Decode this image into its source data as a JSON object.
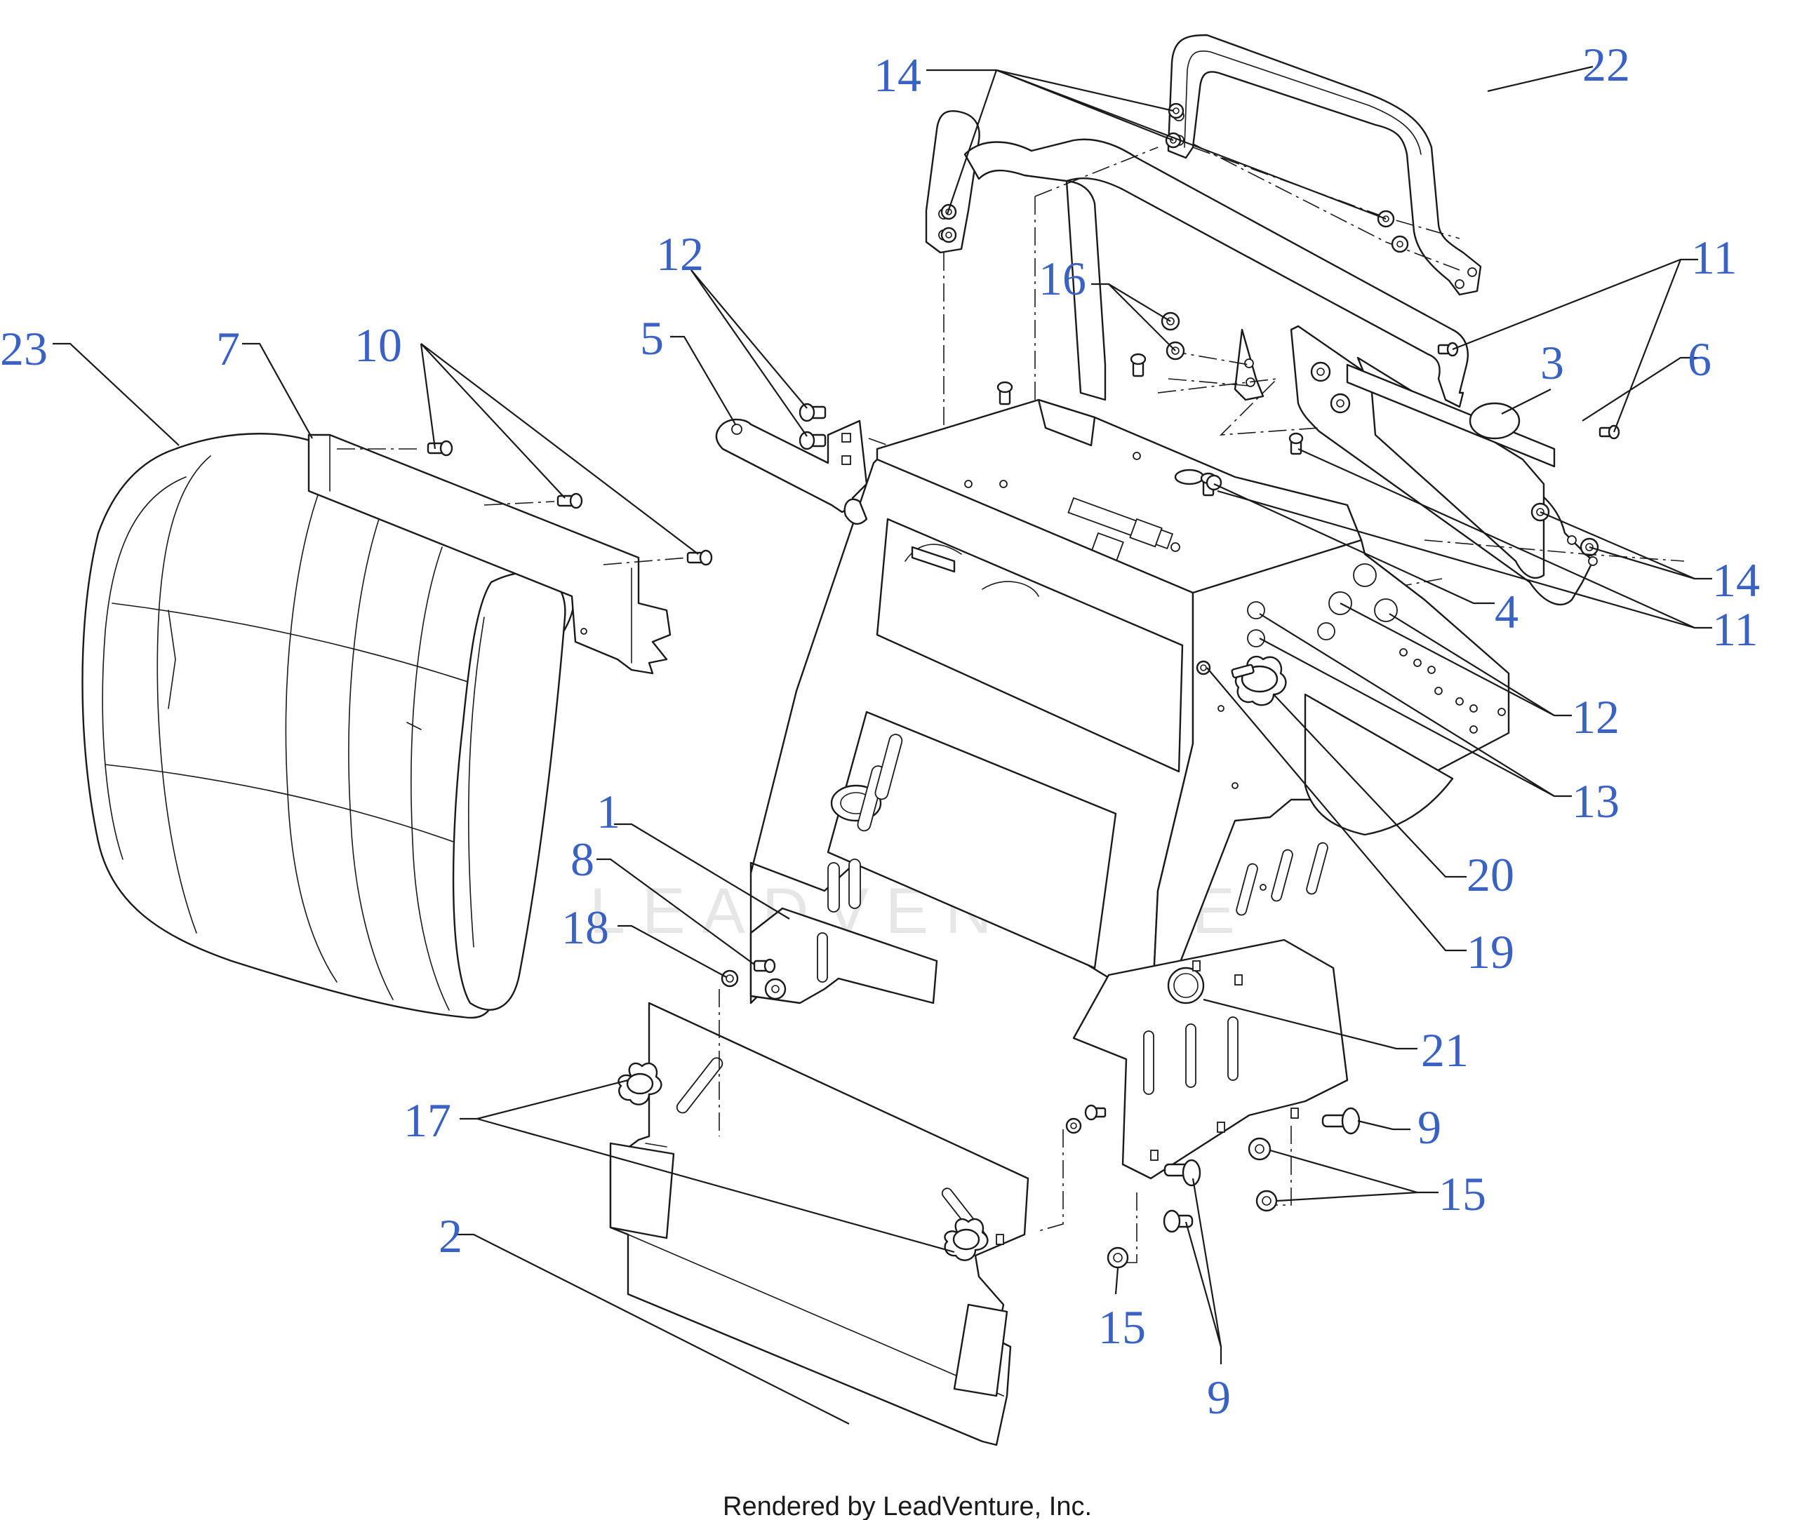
{
  "diagram": {
    "watermark": "LEADVENTURE",
    "footer": "Rendered by LeadVenture, Inc."
  },
  "callouts": [
    {
      "id": "c23a",
      "label": "23"
    },
    {
      "id": "c7",
      "label": "7"
    },
    {
      "id": "c10",
      "label": "10"
    },
    {
      "id": "c12a",
      "label": "12"
    },
    {
      "id": "c5",
      "label": "5"
    },
    {
      "id": "c14a",
      "label": "14"
    },
    {
      "id": "c22",
      "label": "22"
    },
    {
      "id": "c16",
      "label": "16"
    },
    {
      "id": "c11a",
      "label": "11"
    },
    {
      "id": "c3",
      "label": "3"
    },
    {
      "id": "c6",
      "label": "6"
    },
    {
      "id": "c14b",
      "label": "14"
    },
    {
      "id": "c11b",
      "label": "11"
    },
    {
      "id": "c4",
      "label": "4"
    },
    {
      "id": "c12b",
      "label": "12"
    },
    {
      "id": "c13",
      "label": "13"
    },
    {
      "id": "c20",
      "label": "20"
    },
    {
      "id": "c19",
      "label": "19"
    },
    {
      "id": "c1",
      "label": "1"
    },
    {
      "id": "c8",
      "label": "8"
    },
    {
      "id": "c18",
      "label": "18"
    },
    {
      "id": "c21",
      "label": "21"
    },
    {
      "id": "c9a",
      "label": "9"
    },
    {
      "id": "c15a",
      "label": "15"
    },
    {
      "id": "c17",
      "label": "17"
    },
    {
      "id": "c2",
      "label": "2"
    },
    {
      "id": "c15b",
      "label": "15"
    },
    {
      "id": "c9b",
      "label": "9"
    }
  ]
}
